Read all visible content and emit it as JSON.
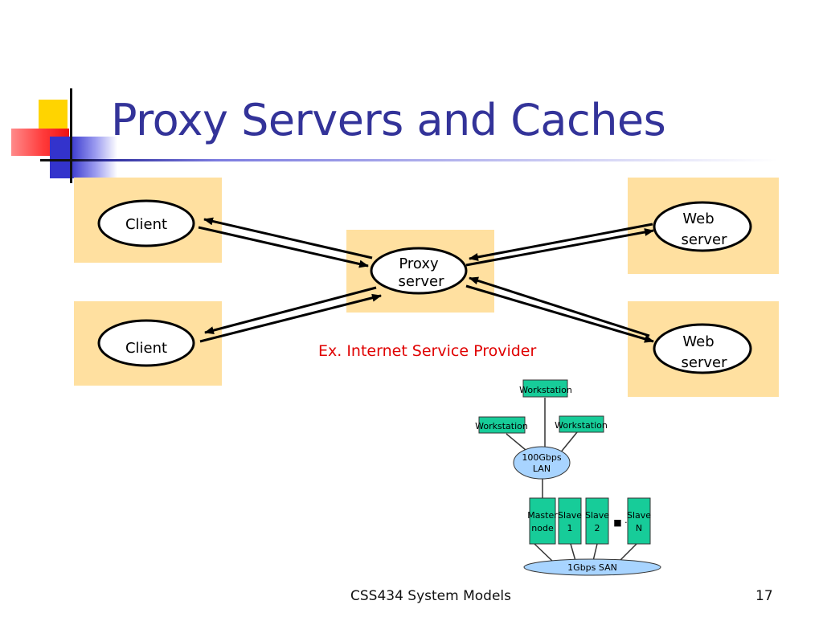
{
  "slide": {
    "title": "Proxy Servers and Caches",
    "footer": "CSS434 System Models",
    "page_number": "17"
  },
  "diagram": {
    "clients": [
      "Client",
      "Client"
    ],
    "proxy": {
      "line1": "Proxy",
      "line2": "server"
    },
    "web_servers": [
      {
        "line1": "Web",
        "line2": "server"
      },
      {
        "line1": "Web",
        "line2": "server"
      }
    ],
    "caption": "Ex. Internet Service Provider"
  },
  "cluster": {
    "workstations": [
      "Workstation",
      "Workstation",
      "Workstation"
    ],
    "lan": {
      "line1": "100Gbps",
      "line2": "LAN"
    },
    "nodes": [
      {
        "line1": "Master",
        "line2": "node"
      },
      {
        "line1": "Slave",
        "line2": "1"
      },
      {
        "line1": "Slave",
        "line2": "2"
      },
      {
        "line1": "Slave",
        "line2": "N"
      }
    ],
    "ellipsis": "■ ·",
    "san": "1Gbps SAN"
  },
  "colors": {
    "title": "#333399",
    "box_fill": "#ffe0a0",
    "caption": "#e00000",
    "cluster_node": "#17cc99",
    "cluster_bus": "#a8d4ff"
  }
}
